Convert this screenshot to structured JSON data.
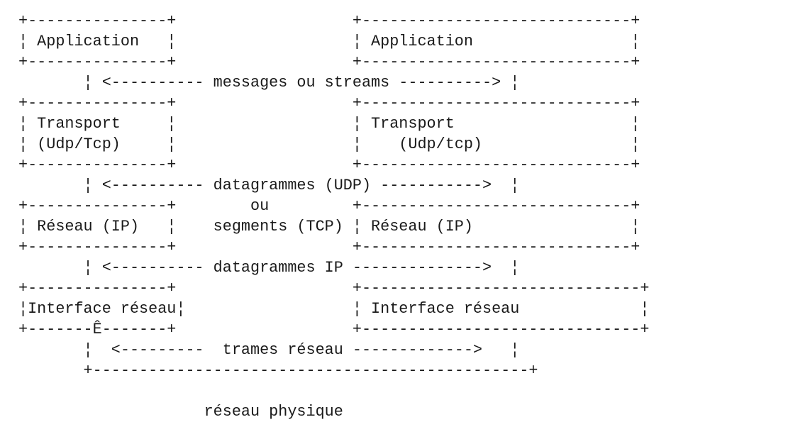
{
  "diagram": {
    "lines": [
      "+---------------+                   +-----------------------------+",
      "¦ Application   ¦                   ¦ Application                 ¦",
      "+---------------+                   +-----------------------------+",
      "       ¦ <---------- messages ou streams ----------> ¦",
      "+---------------+                   +-----------------------------+",
      "¦ Transport     ¦                   ¦ Transport                   ¦",
      "¦ (Udp/Tcp)     ¦                   ¦    (Udp/tcp)                ¦",
      "+---------------+                   +-----------------------------+",
      "       ¦ <---------- datagrammes (UDP) ----------->  ¦",
      "+---------------+        ou         +-----------------------------+",
      "¦ Réseau (IP)   ¦    segments (TCP) ¦ Réseau (IP)                 ¦",
      "+---------------+                   +-----------------------------+",
      "       ¦ <---------- datagrammes IP -------------->  ¦",
      "+---------------+                   +------------------------------+",
      "¦Interface réseau¦                  ¦ Interface réseau             ¦",
      "+-------Ê-------+                   +------------------------------+",
      "       ¦  <---------  trames réseau ------------->   ¦",
      "       +-----------------------------------------------+",
      "",
      "                    réseau physique"
    ]
  }
}
